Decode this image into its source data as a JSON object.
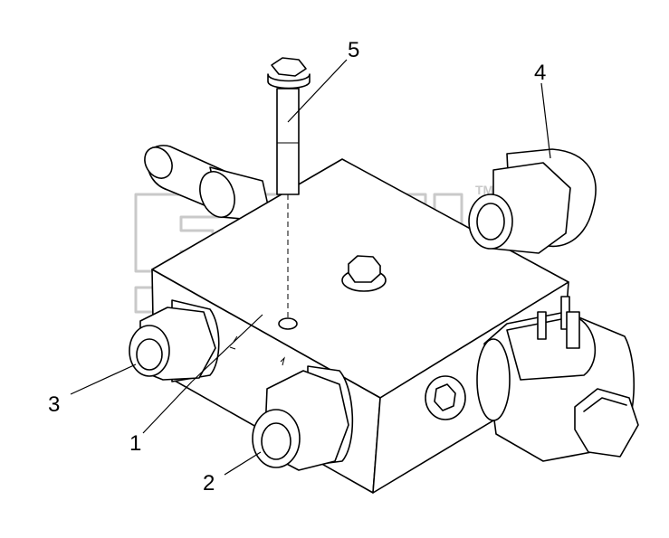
{
  "callouts": [
    {
      "id": "1",
      "label": "1"
    },
    {
      "id": "2",
      "label": "2"
    },
    {
      "id": "3",
      "label": "3"
    },
    {
      "id": "4",
      "label": "4"
    },
    {
      "id": "5",
      "label": "5"
    }
  ],
  "watermark": {
    "trademark": "TM"
  }
}
